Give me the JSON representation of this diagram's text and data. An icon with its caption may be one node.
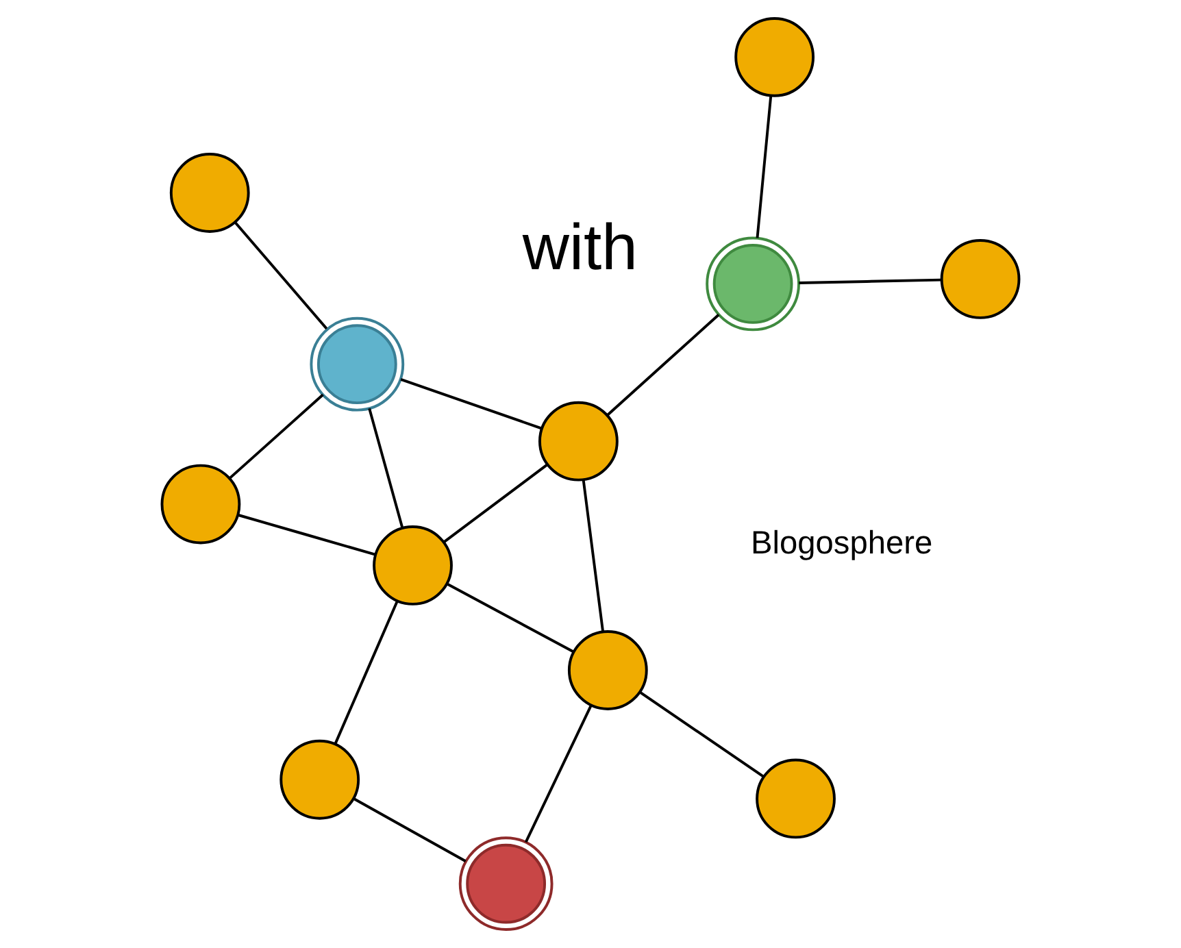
{
  "diagram": {
    "nodes": [
      {
        "text": [],
        "shape": "circle"
      },
      {
        "text": [],
        "shape": "circle"
      },
      {
        "text": [],
        "shape": "circle"
      },
      {
        "text": [],
        "shape": "circle"
      },
      {
        "text": [],
        "shape": "circle"
      },
      {
        "text": [],
        "shape": "circle"
      },
      {
        "text": [],
        "shape": "circle"
      },
      {
        "text": [],
        "shape": "circle"
      },
      {
        "text": [],
        "shape": "circle"
      },
      {
        "text": [],
        "shape": "circle"
      },
      {
        "text": [],
        "shape": "circle"
      },
      {
        "text": [],
        "shape": "circle"
      }
    ],
    "edges": [
      {
        "from": 0,
        "to": 3,
        "arrow": "none"
      },
      {
        "from": 0,
        "to": 2,
        "arrow": "none"
      },
      {
        "from": 2,
        "to": 1,
        "arrow": "none"
      },
      {
        "from": 3,
        "to": 6,
        "arrow": "none"
      },
      {
        "from": 6,
        "to": 2,
        "arrow": "none"
      },
      {
        "from": 2,
        "to": 8,
        "arrow": "none"
      },
      {
        "from": 6,
        "to": 8,
        "arrow": "none"
      },
      {
        "from": 6,
        "to": 7,
        "arrow": "none"
      },
      {
        "from": 6,
        "to": 9,
        "arrow": "none"
      },
      {
        "from": 7,
        "to": 9,
        "arrow": "none"
      },
      {
        "from": 9,
        "to": 8,
        "arrow": "none"
      },
      {
        "from": 8,
        "to": 5,
        "arrow": "none"
      },
      {
        "from": 5,
        "to": 4,
        "arrow": "none"
      },
      {
        "from": 5,
        "to": 10,
        "arrow": "none"
      },
      {
        "from": 9,
        "to": 11,
        "arrow": "none"
      }
    ],
    "labels": [
      "with",
      "Blogosphere"
    ]
  }
}
